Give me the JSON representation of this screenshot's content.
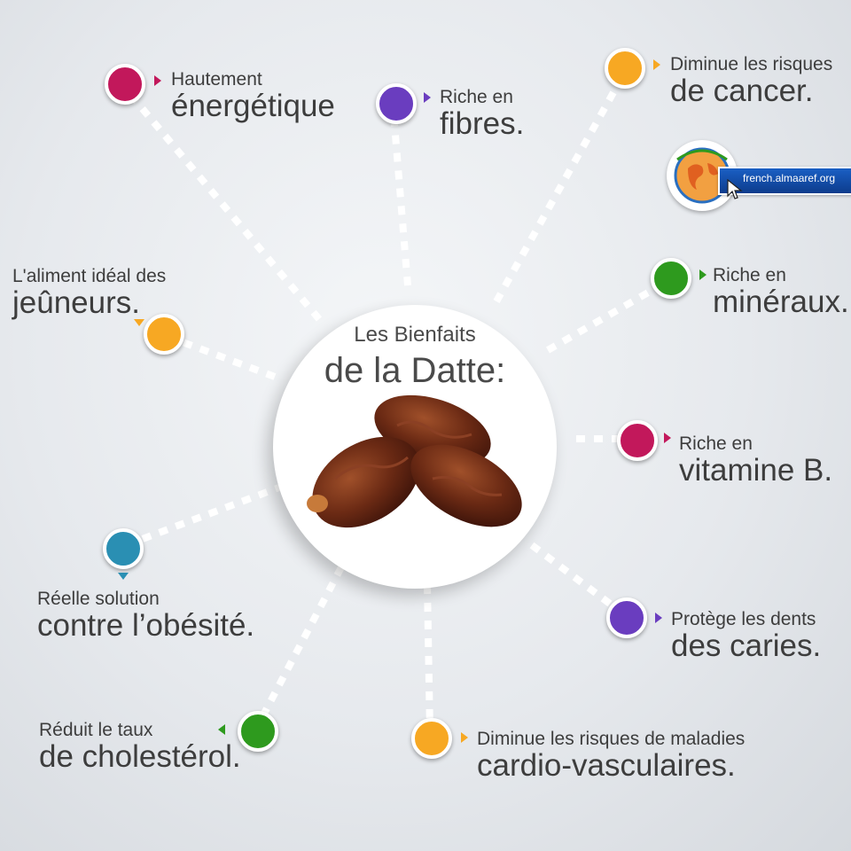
{
  "center": {
    "title_small": "Les Bienfaits",
    "title_large": "de la Datte:"
  },
  "items": [
    {
      "line1": "Hautement",
      "line2": "énergétique",
      "color": "#c2185b"
    },
    {
      "line1": "Riche en",
      "line2": "fibres.",
      "color": "#6a3dbf"
    },
    {
      "line1": "Diminue les risques",
      "line2": "de cancer.",
      "color": "#f7a823"
    },
    {
      "line1": "Riche en",
      "line2": "minéraux.",
      "color": "#2e9a1e"
    },
    {
      "line1": "Riche en",
      "line2": "vitamine B.",
      "color": "#c2185b"
    },
    {
      "line1": "Protège les dents",
      "line2": "des caries.",
      "color": "#6a3dbf"
    },
    {
      "line1": "Diminue les risques de maladies",
      "line2": "cardio-vasculaires.",
      "color": "#f7a823"
    },
    {
      "line1": "Réduit le taux",
      "line2": "de cholestérol.",
      "color": "#2e9a1e"
    },
    {
      "line1": "Réelle solution",
      "line2": "contre l’obésité.",
      "color": "#2a8fb3"
    },
    {
      "line1": "L'aliment idéal des",
      "line2": "jeûneurs.",
      "color": "#f7a823"
    }
  ],
  "logo": {
    "url_text": "french.almaaref.org",
    "icon": "globe-cursor-icon"
  }
}
